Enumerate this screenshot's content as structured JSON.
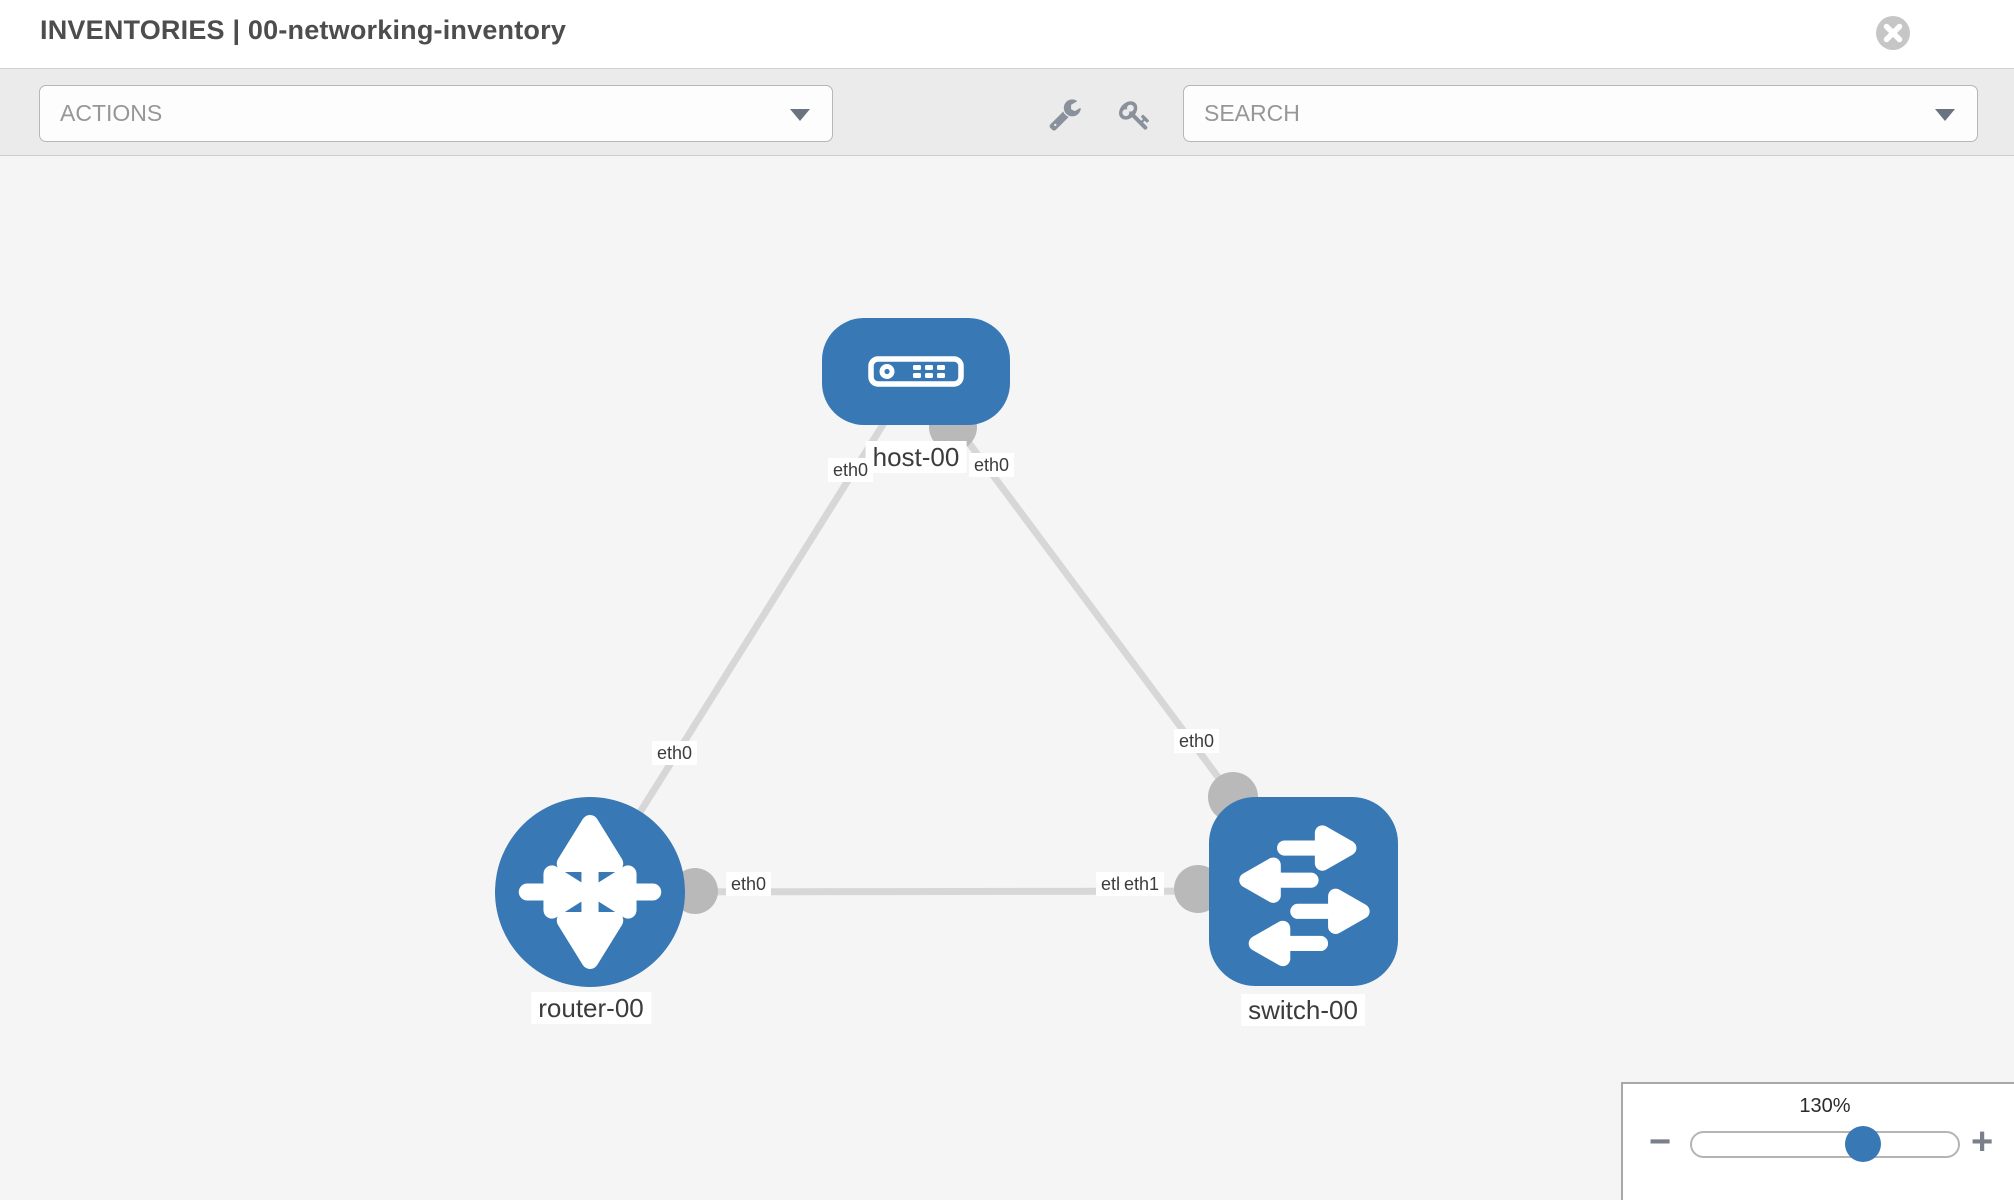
{
  "header": {
    "title": "INVENTORIES | 00-networking-inventory"
  },
  "toolbar": {
    "actions_placeholder": "ACTIONS",
    "search_placeholder": "SEARCH"
  },
  "topology": {
    "nodes": [
      {
        "id": "host-00",
        "type": "host",
        "label": "host-00"
      },
      {
        "id": "router-00",
        "type": "router",
        "label": "router-00"
      },
      {
        "id": "switch-00",
        "type": "switch",
        "label": "switch-00"
      }
    ],
    "links": [
      {
        "source": "host-00",
        "source_interface": "eth0",
        "target": "router-00",
        "target_interface": "eth0"
      },
      {
        "source": "host-00",
        "source_interface": "eth0",
        "target": "switch-00",
        "target_interface": "eth0"
      },
      {
        "source": "router-00",
        "source_interface": "eth0",
        "target": "switch-00",
        "target_interface": "eth1"
      }
    ]
  },
  "zoom": {
    "level": "130%",
    "out_glyph": "−",
    "in_glyph": "+"
  },
  "colors": {
    "node_blue": "#3878b4",
    "link_gray": "#d7d7d7",
    "interface_dot_gray": "#b9b9b9",
    "canvas_bg": "#f5f5f6",
    "toolbar_bg": "#ebebeb"
  }
}
